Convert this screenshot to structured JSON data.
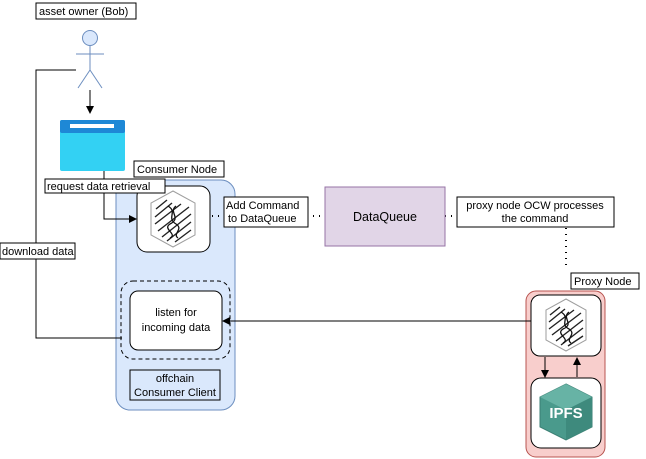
{
  "actors": {
    "asset_owner": "asset owner (Bob)"
  },
  "nodes": {
    "consumer_node": "Consumer Node",
    "proxy_node": "Proxy Node",
    "data_queue": "DataQueue",
    "listen_line1": "listen for",
    "listen_line2": "incoming data",
    "client_line1": "offchain",
    "client_line2": "Consumer Client",
    "ipfs": "IPFS"
  },
  "edges": {
    "request_data": "request data retrieval",
    "add_command_line1": "Add Command",
    "add_command_line2": "to DataQueue",
    "proxy_ocw_line1": "proxy node OCW processes",
    "proxy_ocw_line2": "the command",
    "download_data": "download data"
  },
  "colors": {
    "actor": "#dae8fc",
    "window_header": "#1e88d6",
    "window_body": "#33d1f3",
    "consumer_group": "#dae8fc",
    "consumer_border": "#6c8ebf",
    "queue_fill": "#e1d5e7",
    "queue_border": "#9673a6",
    "proxy_group": "#f8cecc",
    "proxy_border": "#b85450",
    "ipfs": "#4a9a8c"
  }
}
